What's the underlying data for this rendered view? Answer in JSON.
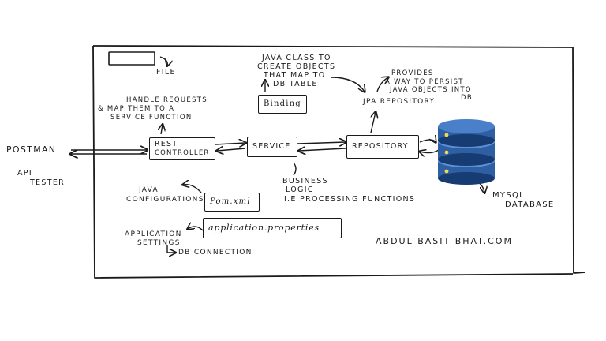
{
  "left": {
    "postman": "POSTMAN",
    "api": "API",
    "tester": "TESTER"
  },
  "file": {
    "label": "FILE"
  },
  "java_class_note": [
    "JAVA CLASS TO",
    "CREATE OBJECTS",
    "THAT MAP TO",
    "DB TABLE"
  ],
  "binding": "Binding",
  "provides_note": [
    "PROVIDES",
    "A WAY TO PERSIST",
    "JAVA OBJECTS INTO",
    "DB"
  ],
  "jpa_repository": "JPA REPOSITORY",
  "handle_note": [
    "HANDLE REQUESTS",
    "& MAP THEM TO A",
    "SERVICE FUNCTION"
  ],
  "rest_controller": [
    "REST",
    "CONTROLLER"
  ],
  "service": "SERVICE",
  "repository": "REPOSITORY",
  "business_note": [
    "BUSINESS",
    "LOGIC",
    "i.e PROCESSING FUNCTIONS"
  ],
  "java_config_note": [
    "JAVA",
    "CONFIGURATIONS"
  ],
  "pom": "Pom.xml",
  "mysql_note": [
    "MYSQL",
    "DATABASE"
  ],
  "app_settings_note": [
    "APPLICATION",
    "SETTINGS"
  ],
  "db_connection": "DB CONNECTION",
  "application_properties": "application.properties",
  "website": "ABDUL BASIT BHAT.COM",
  "colors": {
    "ink": "#1a1a1a",
    "db_blue": "#2e5fa3",
    "db_dark": "#173b73",
    "db_light": "#5b8fd6"
  }
}
